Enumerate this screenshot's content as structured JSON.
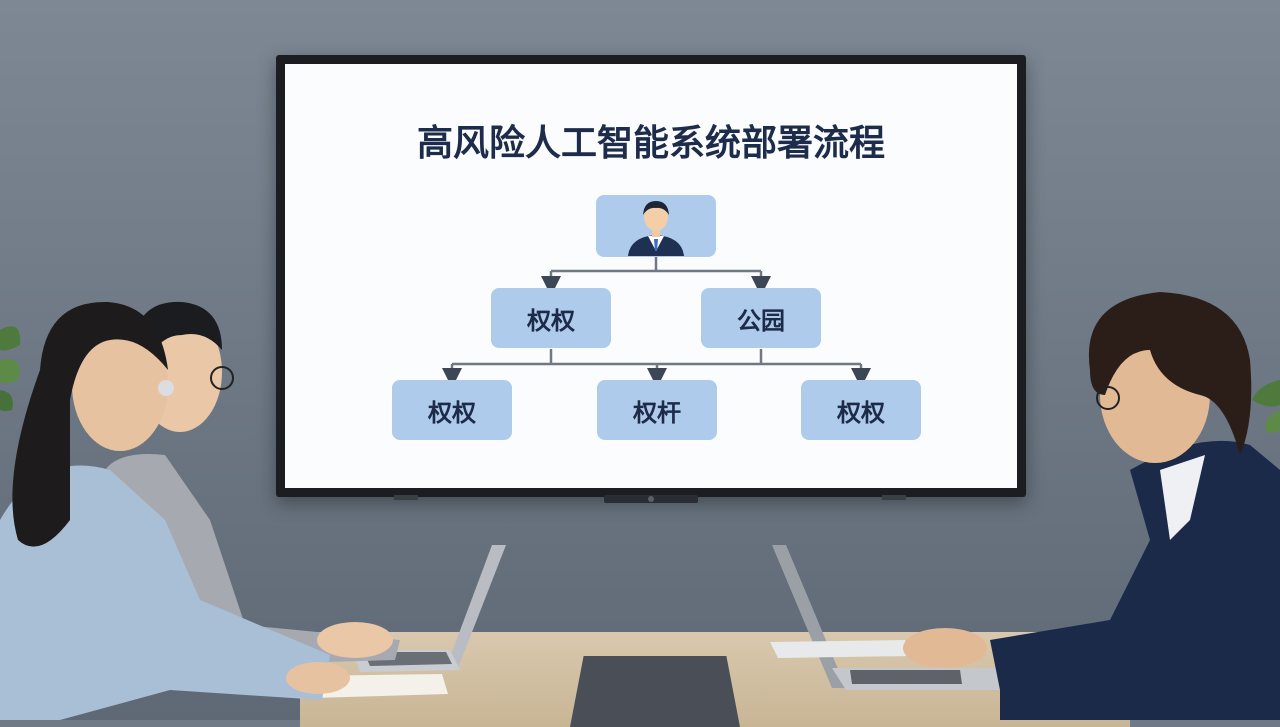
{
  "presentation": {
    "title": "高风险人工智能系统部署流程",
    "level1": [
      "权权",
      "公园"
    ],
    "level2": [
      "权权",
      "权杆",
      "权权"
    ]
  },
  "colors": {
    "node_fill": "#aecbeb",
    "title_text": "#1e2c4c",
    "wall": "#6f7a86"
  },
  "icons": [
    "person-avatar-icon"
  ]
}
